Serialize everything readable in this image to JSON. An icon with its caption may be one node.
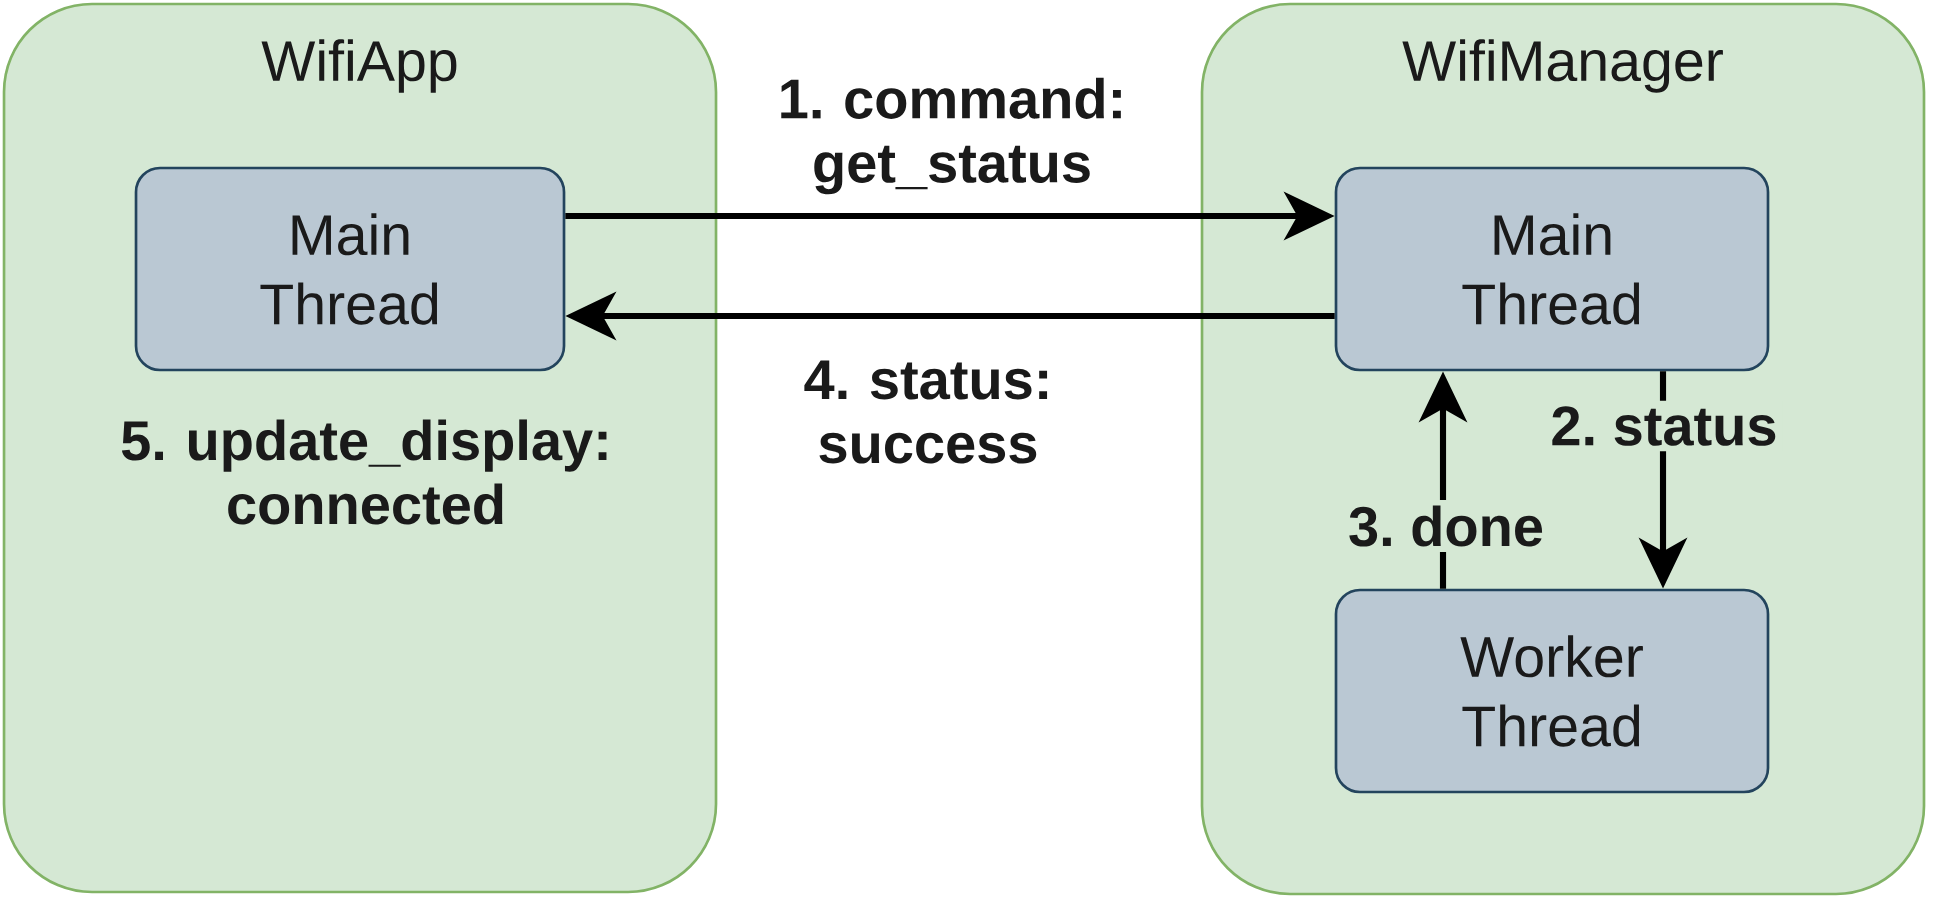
{
  "diagram": {
    "nodes": [
      {
        "text": [
          "WifiApp"
        ]
      },
      {
        "text": [
          "Main Thread"
        ],
        "in": 0,
        "beside": [
          "5. update_display: connected"
        ]
      },
      {
        "text": [
          "WifiManager"
        ]
      },
      {
        "text": [
          "Main Thread"
        ],
        "in": 2
      },
      {
        "text": [
          "Worker Thread"
        ],
        "in": 2
      }
    ],
    "edges": [
      {
        "from": 1,
        "to": 3,
        "arrow": "to",
        "label": "1. command: get_status"
      },
      {
        "from": 3,
        "to": 1,
        "arrow": "to",
        "label": "4. status: success"
      },
      {
        "from": 3,
        "to": 4,
        "arrow": "to",
        "label": "2. status"
      },
      {
        "from": 4,
        "to": 3,
        "arrow": "to",
        "label": "3. done"
      }
    ]
  }
}
